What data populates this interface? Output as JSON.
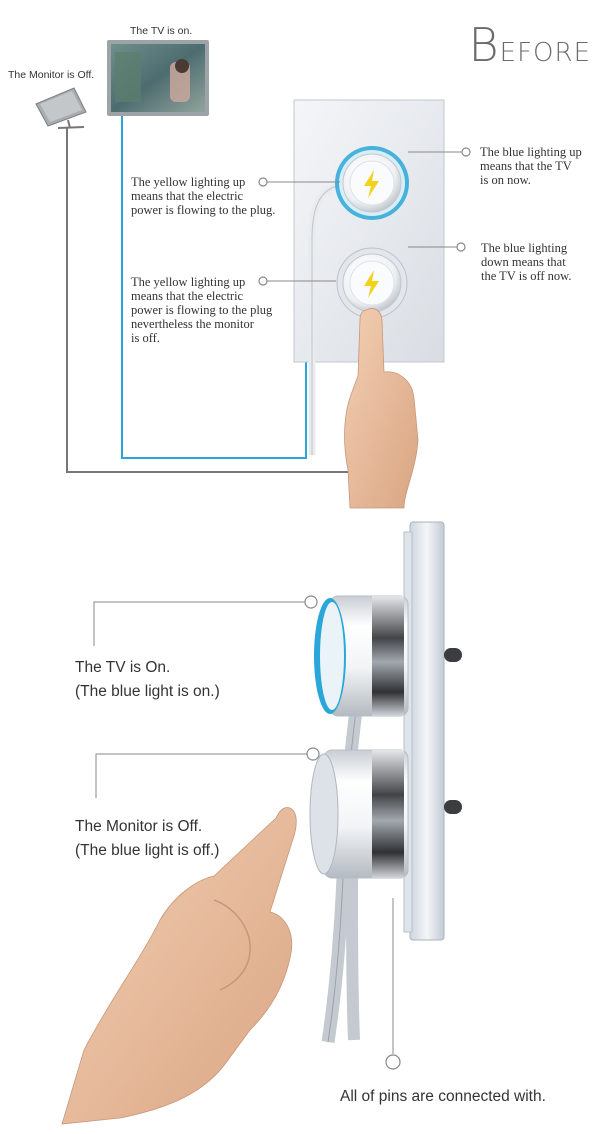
{
  "title": {
    "first_letter": "B",
    "rest": "EFORE"
  },
  "top": {
    "tv_label": "The TV is on.",
    "monitor_label": "The Monitor is Off.",
    "callout_upper_right": [
      "The blue lighting up",
      "means that the TV",
      "is on now."
    ],
    "callout_lower_right": [
      "The blue lighting",
      "down means that",
      "the TV is off now."
    ],
    "callout_upper_left": [
      "The yellow lighting up",
      "means that the electric",
      "power is flowing to the plug."
    ],
    "callout_lower_left": [
      "The yellow lighting up",
      "means that the electric",
      "power is flowing to the plug",
      "nevertheless the monitor",
      "is off."
    ]
  },
  "bottom": {
    "tv_on": [
      "The TV is On.",
      "(The blue light is on.)"
    ],
    "monitor_off": [
      "The Monitor is Off.",
      "(The blue light is off.)"
    ],
    "pins": "All of pins are connected with."
  },
  "colors": {
    "accent_blue": "#2aa7d8",
    "bolt_yellow": "#f2d21c",
    "line_gray": "#777777"
  }
}
